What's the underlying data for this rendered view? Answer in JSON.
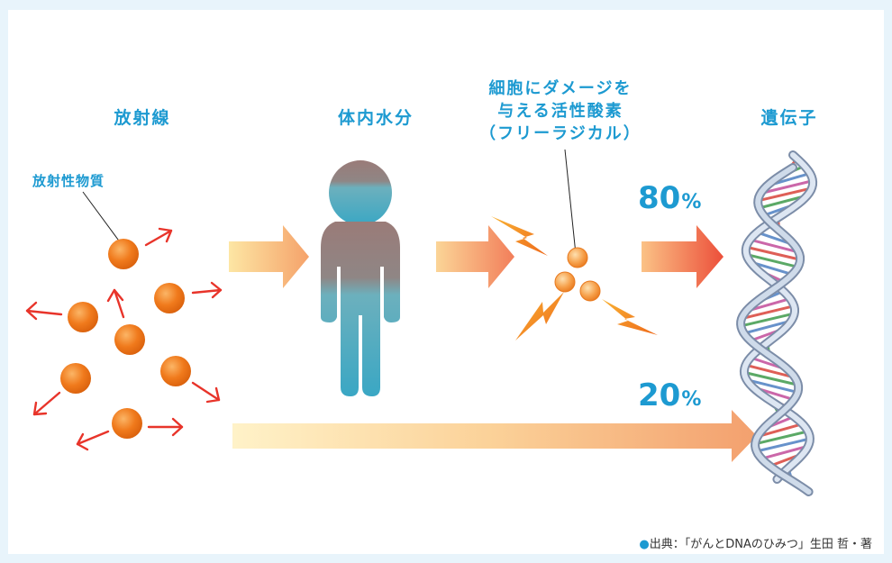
{
  "labels": {
    "radiation": "放射線",
    "radioactive_material": "放射性物質",
    "body_water": "体内水分",
    "ros_line1": "細胞にダメージを",
    "ros_line2": "与える活性酸素",
    "ros_line3": "（フリーラジカル）",
    "gene": "遺伝子"
  },
  "percentages": {
    "indirect": "80",
    "direct": "20",
    "unit": "%"
  },
  "source": {
    "bullet": "●",
    "text": "出典：「がんとDNAのひみつ」生田 哲・著"
  },
  "colors": {
    "label_blue": "#1d9ad1",
    "particle_orange": "#f07a1c",
    "arrow_red": "#e8342a",
    "flow_light": "#fde5a0",
    "flow_dark": "#f07845",
    "person_top": "#9a7b78",
    "person_bottom": "#3aa7c4"
  },
  "icons": [
    "particle-icon",
    "person-icon",
    "free-radical-icon",
    "lightning-icon",
    "dna-helix-icon"
  ]
}
